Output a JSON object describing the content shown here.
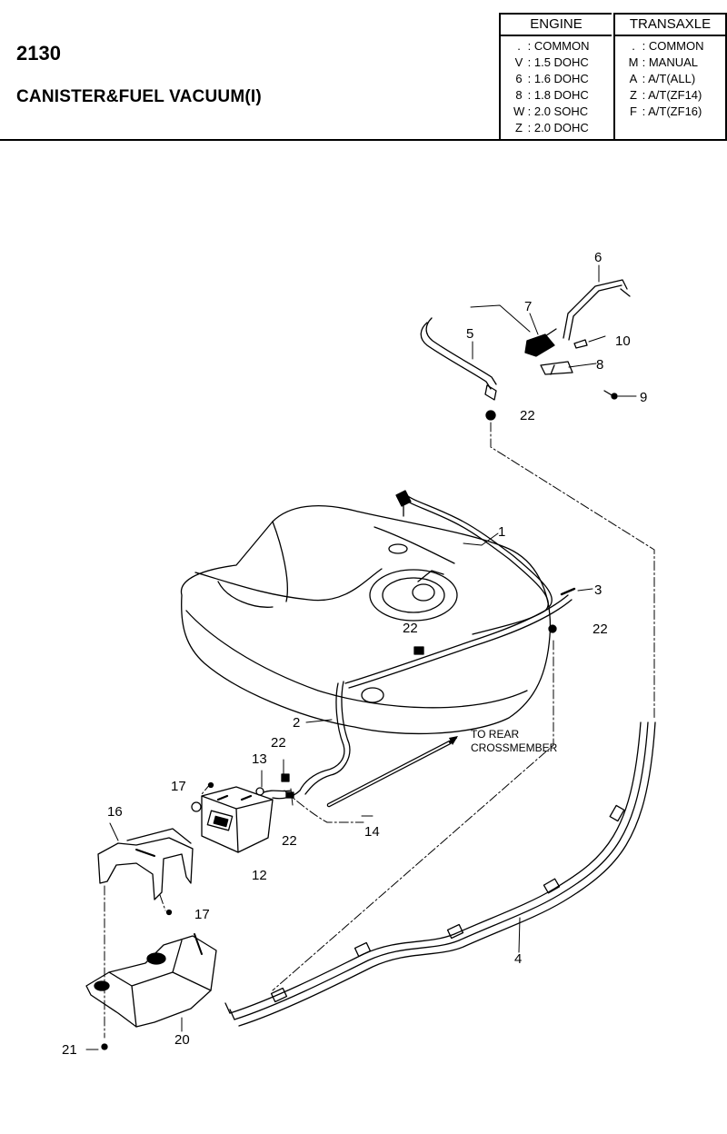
{
  "header": {
    "page_number": "2130",
    "title": "CANISTER&FUEL VACUUM(I)"
  },
  "engine_legend": {
    "heading": "ENGINE",
    "items": [
      {
        "code": ".",
        "label": ": COMMON"
      },
      {
        "code": "V",
        "label": ": 1.5 DOHC"
      },
      {
        "code": "6",
        "label": ": 1.6 DOHC"
      },
      {
        "code": "8",
        "label": ": 1.8 DOHC"
      },
      {
        "code": "W",
        "label": ": 2.0 SOHC"
      },
      {
        "code": "Z",
        "label": ": 2.0 DOHC"
      }
    ]
  },
  "transaxle_legend": {
    "heading": "TRANSAXLE",
    "items": [
      {
        "code": ".",
        "label": ": COMMON"
      },
      {
        "code": "M",
        "label": ": MANUAL"
      },
      {
        "code": "A",
        "label": ": A/T(ALL)"
      },
      {
        "code": "Z",
        "label": ": A/T(ZF14)"
      },
      {
        "code": "F",
        "label": ": A/T(ZF16)"
      }
    ]
  },
  "diagram": {
    "callouts": {
      "c1": "1",
      "c2": "2",
      "c3": "3",
      "c4": "4",
      "c5": "5",
      "c6": "6",
      "c7": "7",
      "c8": "8",
      "c9": "9",
      "c10": "10",
      "c12": "12",
      "c13": "13",
      "c14": "14",
      "c16": "16",
      "c17a": "17",
      "c17b": "17",
      "c20": "20",
      "c21": "21",
      "c22a": "22",
      "c22b": "22",
      "c22c": "22",
      "c22d": "22",
      "c22e": "22"
    },
    "note_line1": "TO REAR",
    "note_line2": "CROSSMEMBER"
  }
}
